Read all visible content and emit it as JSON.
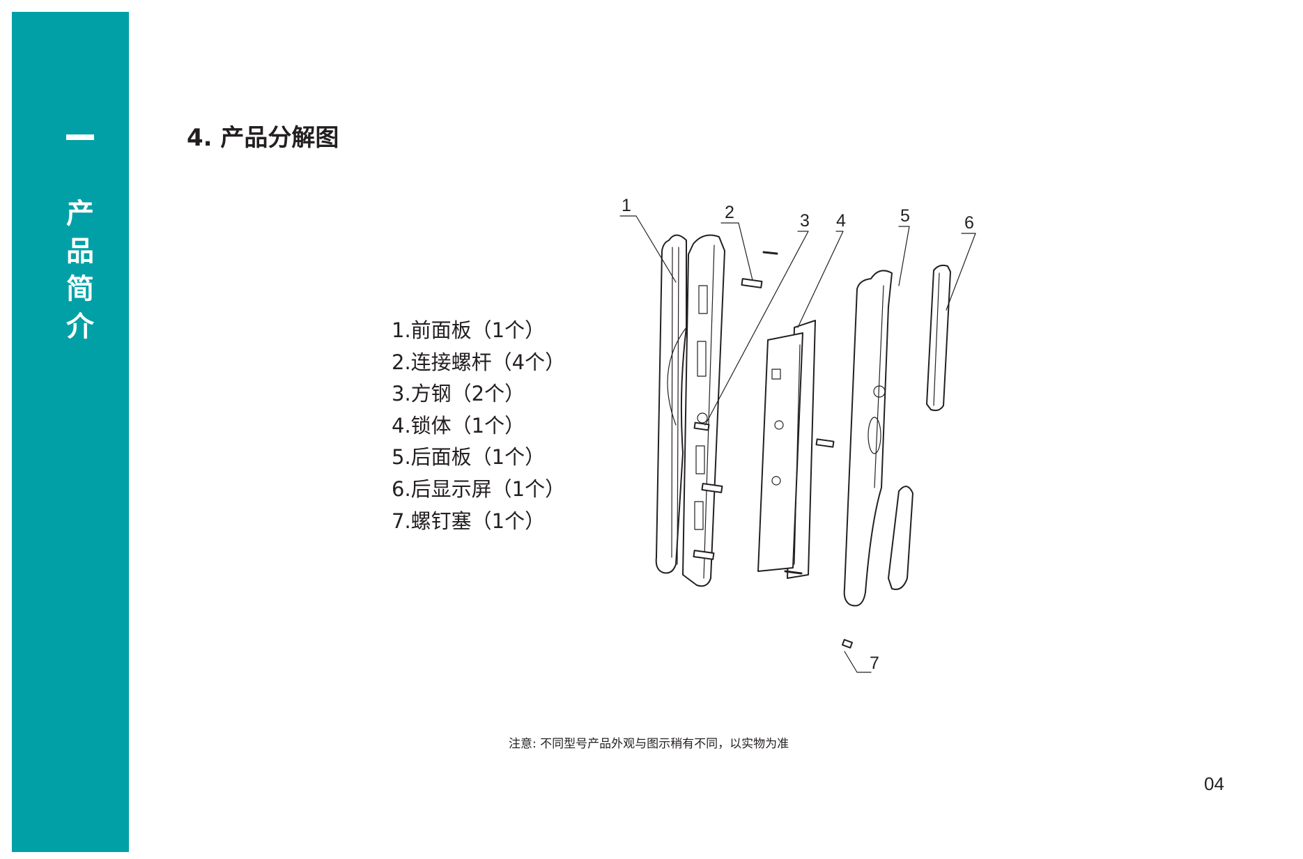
{
  "sidebar": {
    "section_mark": "一",
    "title_chars": [
      "产",
      "品",
      "简",
      "介"
    ]
  },
  "heading": "4. 产品分解图",
  "parts": [
    "1.前面板（1个）",
    "2.连接螺杆（4个）",
    "3.方钢（2个）",
    "4.锁体（1个）",
    "5.后面板（1个）",
    "6.后显示屏（1个）",
    "7.螺钉塞（1个）"
  ],
  "diagram": {
    "callouts": [
      "1",
      "2",
      "3",
      "4",
      "5",
      "6",
      "7"
    ]
  },
  "note": "注意: 不同型号产品外观与图示稍有不同，以实物为准",
  "page_number": "04",
  "colors": {
    "sidebar": "#00a0a6",
    "text": "#231f20"
  }
}
